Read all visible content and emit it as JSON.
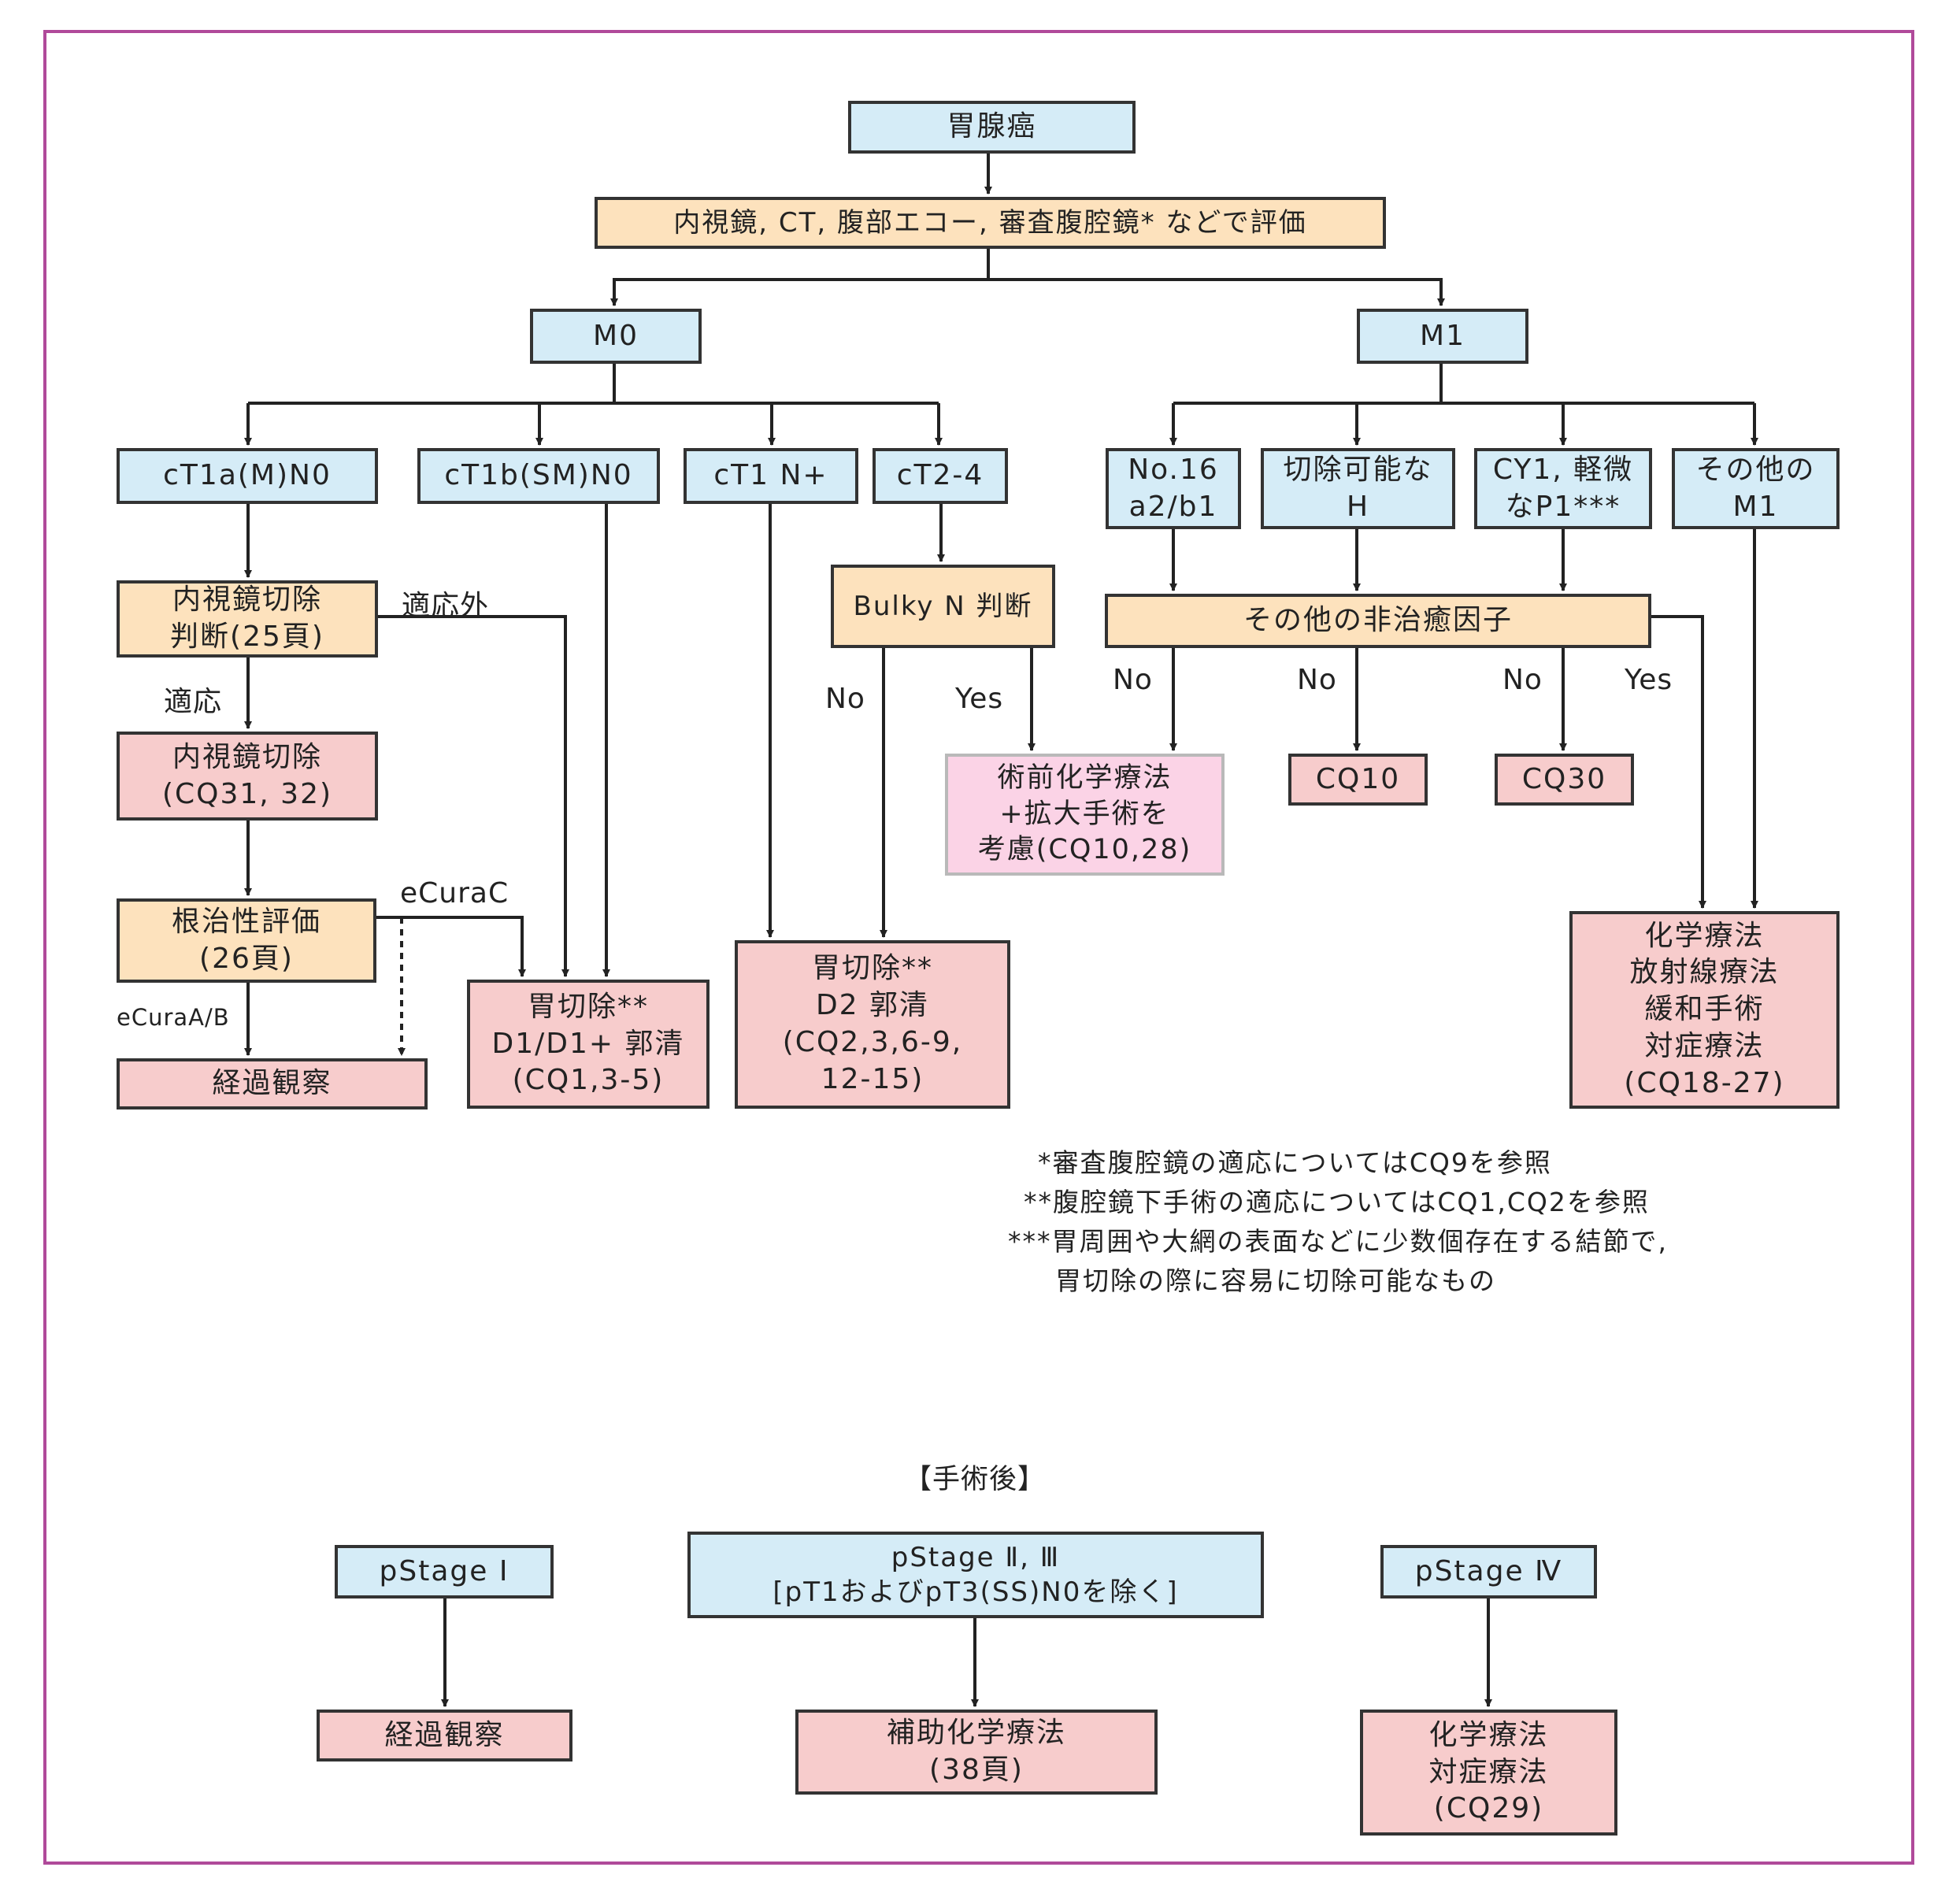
{
  "nodes": {
    "stomach_cancer": "胃腺癌",
    "evaluation": "内視鏡, CT, 腹部エコー, 審査腹腔鏡* などで評価",
    "m0": "M0",
    "m1": "M1",
    "ct1a": "cT1a(M)N0",
    "ct1b": "cT1b(SM)N0",
    "ct1n": "cT1 N+",
    "ct24": "cT2-4",
    "endo_judge": "内視鏡切除\n判断(25頁)",
    "endo_resect": "内視鏡切除\n(CQ31, 32)",
    "curative_eval": "根治性評価\n(26頁)",
    "observation": "経過観察",
    "gastrectomy_d1": "胃切除**\nD1/D1+ 郭清\n(CQ1,3-5)",
    "gastrectomy_d2": "胃切除**\nD2 郭清\n(CQ2,3,6-9,\n12-15)",
    "bulky": "Bulky N 判断",
    "neoadj": "術前化学療法\n+拡大手術を\n考慮(CQ10,28)",
    "no16": "No.16\na2/b1",
    "resectable_h": "切除可能な\nH",
    "cy1": "CY1, 軽微\nなP1***",
    "other_m1": "その他の\nM1",
    "non_curative": "その他の非治癒因子",
    "cq10": "CQ10",
    "cq30": "CQ30",
    "chemo_m1": "化学療法\n放射線療法\n緩和手術\n対症療法\n(CQ18-27)",
    "ps1": "pStage Ⅰ",
    "ps23": "pStage Ⅱ, Ⅲ\n[pT1およびpT3(SS)N0を除く]",
    "ps4": "pStage Ⅳ",
    "post_obs": "経過観察",
    "adjuvant": "補助化学療法\n(38頁)",
    "post_chemo": "化学療法\n対症療法\n(CQ29)"
  },
  "edge_labels": {
    "not_indicated": "適応外",
    "indicated": "適応",
    "ecura_c": "eCuraC",
    "ecura_ab": "eCuraA/B",
    "no_bulky": "No",
    "yes_bulky": "Yes",
    "no_1": "No",
    "no_2": "No",
    "no_3": "No",
    "yes_m1": "Yes"
  },
  "notes": [
    "*審査腹腔鏡の適応についてはCQ9を参照",
    "**腹腔鏡下手術の適応についてはCQ1,CQ2を参照",
    "***胃周囲や大網の表面などに少数個存在する結節で,",
    "胃切除の際に容易に切除可能なもの"
  ],
  "section_postop": "【手術後】",
  "colors": {
    "frame": "#b04a9a",
    "blue_box": "#d5ecf7",
    "orange_box": "#fde2bd",
    "pink_box": "#f7cccc",
    "light_pink_box": "#fbd3e6"
  }
}
